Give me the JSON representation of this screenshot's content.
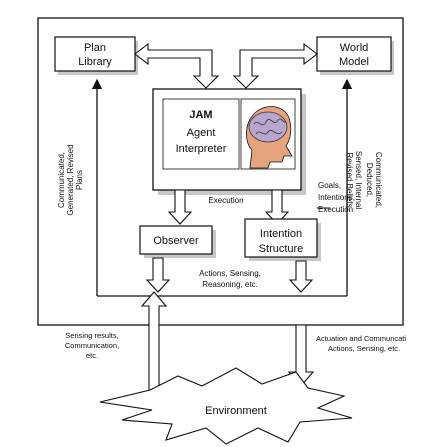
{
  "colors": {
    "line": "#111111",
    "shade": "#c8c8c8",
    "brain": "#b9a6cf",
    "head": "#e6a47e"
  },
  "icons": {
    "interpreter_image": "brain-head-icon"
  },
  "boxes": {
    "plan_library": [
      "Plan",
      "Library"
    ],
    "world_model": [
      "World",
      "Model"
    ],
    "interpreter_title": "JAM",
    "interpreter_sub": [
      "Agent",
      "Interpreter"
    ],
    "observer": "Observer",
    "intention": [
      "Intention",
      "Structure"
    ],
    "environment": "Environment"
  },
  "labels": {
    "left_vertical": [
      "Communicated,",
      "Generated, Revised",
      "Plans"
    ],
    "right_vertical_a": [
      "Sensed, Internal",
      "Revised Beliefs"
    ],
    "right_vertical_b": [
      "Communicated,",
      "Deduced,"
    ],
    "execution": "Execution",
    "goals": [
      "Goals,",
      "Intentions,",
      "Execution"
    ],
    "actions": [
      "Actions, Sensing,",
      "Reasoning, etc."
    ],
    "sensing": [
      "Sensing results,",
      "Communication,",
      "etc."
    ],
    "actuation": [
      "Actuation and Communcati",
      "Actions, Sensing, etc."
    ]
  }
}
